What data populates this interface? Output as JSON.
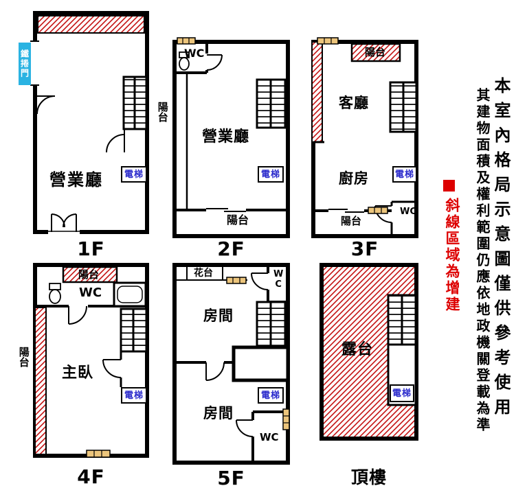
{
  "colors": {
    "wall": "#000000",
    "hatch_red": "#c41212",
    "elevator_text_blue": "#2b2bcc",
    "roller_door_cyan": "#2ab3e2",
    "legend_red": "#dd0000",
    "window_marker_tan": "#ecc57c"
  },
  "legend": {
    "text": "斜線區域為增建"
  },
  "disclaimer": {
    "line1": "本室內格局示意圖僅供參考使用",
    "line2": "其建物面積及權利範圍仍應依地政機關登載為準"
  },
  "floor1": {
    "label": "1F",
    "hall": "營業廳",
    "elevator": "電梯",
    "roller_door": "鐵捲門"
  },
  "floor2": {
    "label": "2F",
    "wc": "WC",
    "balcony_left": "陽台",
    "hall": "營業廳",
    "elevator": "電梯",
    "balcony_bottom": "陽台"
  },
  "floor3": {
    "label": "3F",
    "balcony_top": "陽台",
    "living_room": "客廳",
    "kitchen": "廚房",
    "elevator": "電梯",
    "wc": "WC",
    "balcony_bottom": "陽台"
  },
  "floor4": {
    "label": "4F",
    "balcony_top": "陽台",
    "wc": "WC",
    "balcony_left": "陽台",
    "master_bedroom": "主臥",
    "elevator": "電梯"
  },
  "floor5": {
    "label": "5F",
    "flower_bed": "花台",
    "wc_top": "WC",
    "room_upper": "房間",
    "room_lower": "房間",
    "elevator": "電梯",
    "wc_bottom": "WC"
  },
  "roof": {
    "label": "頂樓",
    "terrace": "露台",
    "elevator": "電梯"
  }
}
